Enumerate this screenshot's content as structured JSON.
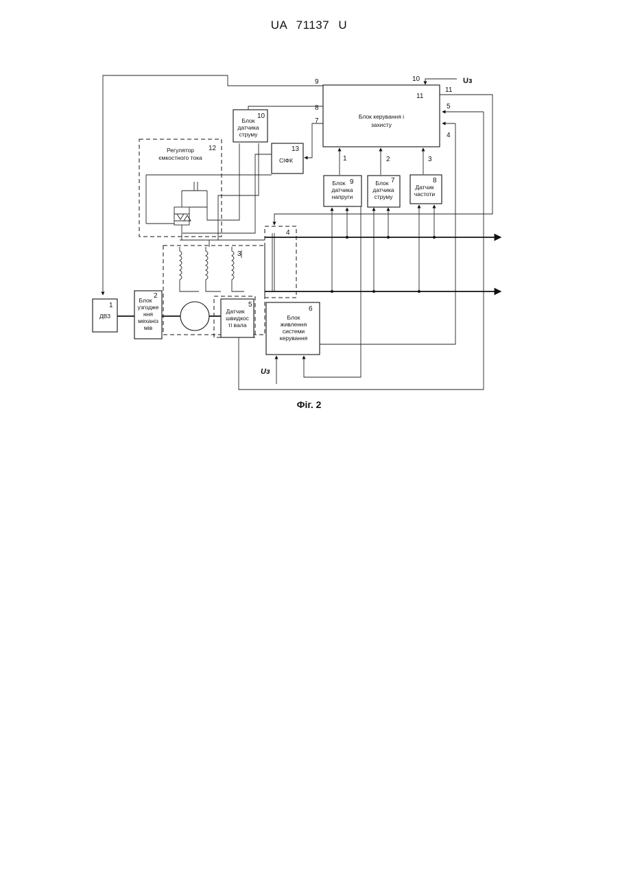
{
  "header": {
    "patent": "UA   71137   U"
  },
  "caption": "Фіг. 2",
  "blocks": {
    "b1": {
      "num": "1",
      "lines": [
        "ДВЗ"
      ]
    },
    "b2": {
      "num": "2",
      "lines": [
        "Блок",
        "узгодже",
        "ння",
        "механіз",
        "мів"
      ]
    },
    "b5": {
      "num": "5",
      "lines": [
        "Датчик",
        "швидкос",
        "ті вала"
      ]
    },
    "b6": {
      "num": "6",
      "lines": [
        "Блок",
        "живлення",
        "системи",
        "керування"
      ]
    },
    "b7": {
      "num": "7",
      "lines": [
        "Блок",
        "датчика",
        "струму"
      ]
    },
    "b8": {
      "num": "8",
      "lines": [
        "Датчик",
        "частоти"
      ]
    },
    "b9": {
      "num": "9",
      "lines": [
        "Блок",
        "датчика",
        "напруги"
      ]
    },
    "b10": {
      "num": "10",
      "lines": [
        "Блок",
        "датчика",
        "струму"
      ]
    },
    "b11": {
      "num": "11",
      "lines": [
        "Блок керування і",
        "захисту"
      ]
    },
    "b13": {
      "num": "13",
      "lines": [
        "СІФК"
      ]
    },
    "b12": {
      "num": "12",
      "lines": [
        "Регулятор",
        "ємкостного тока"
      ]
    },
    "gen": {
      "num": "3"
    },
    "sw": {
      "num": "4"
    }
  },
  "ports": {
    "top": [
      "9",
      "10"
    ],
    "left": [
      "8",
      "7"
    ],
    "right": [
      "11",
      "5",
      "4"
    ],
    "bottom": [
      "1",
      "2",
      "3"
    ]
  },
  "signals": {
    "uz_right": "Uз",
    "uz_bottom": "Uз"
  }
}
